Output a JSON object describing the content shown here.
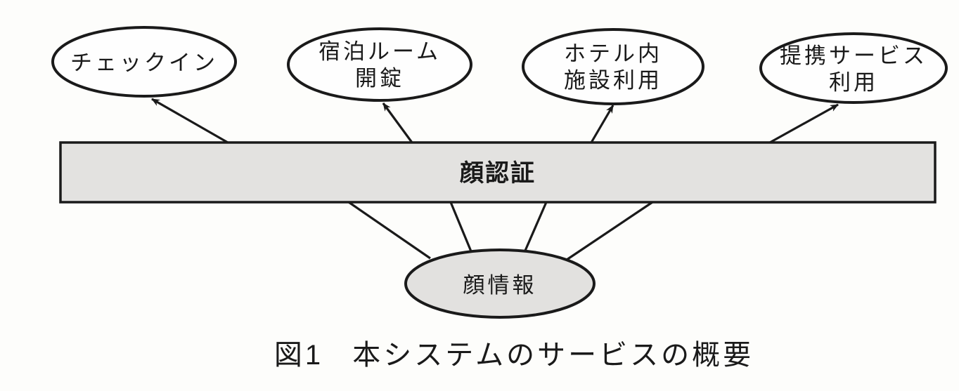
{
  "figure": {
    "caption": {
      "figure_label": "図1",
      "text": "本システムのサービスの概要"
    },
    "auth_bar": {
      "label": "顔認証"
    },
    "face_info": {
      "label": "顔情報"
    },
    "services": [
      {
        "name": "check-in",
        "line1": "チェックイン",
        "line2": ""
      },
      {
        "name": "room-unlock",
        "line1": "宿泊ルーム",
        "line2": "開錠"
      },
      {
        "name": "hotel-facility-use",
        "line1": "ホテル内",
        "line2": "施設利用"
      },
      {
        "name": "partner-service-use",
        "line1": "提携サービス",
        "line2": "利用"
      }
    ],
    "colors": {
      "background": "#fdfdfb",
      "stroke": "#1a1a1a",
      "bar_fill": "#e3e2e0",
      "service_fill": "#fefefe",
      "face_info_fill": "#e2e1df"
    }
  }
}
